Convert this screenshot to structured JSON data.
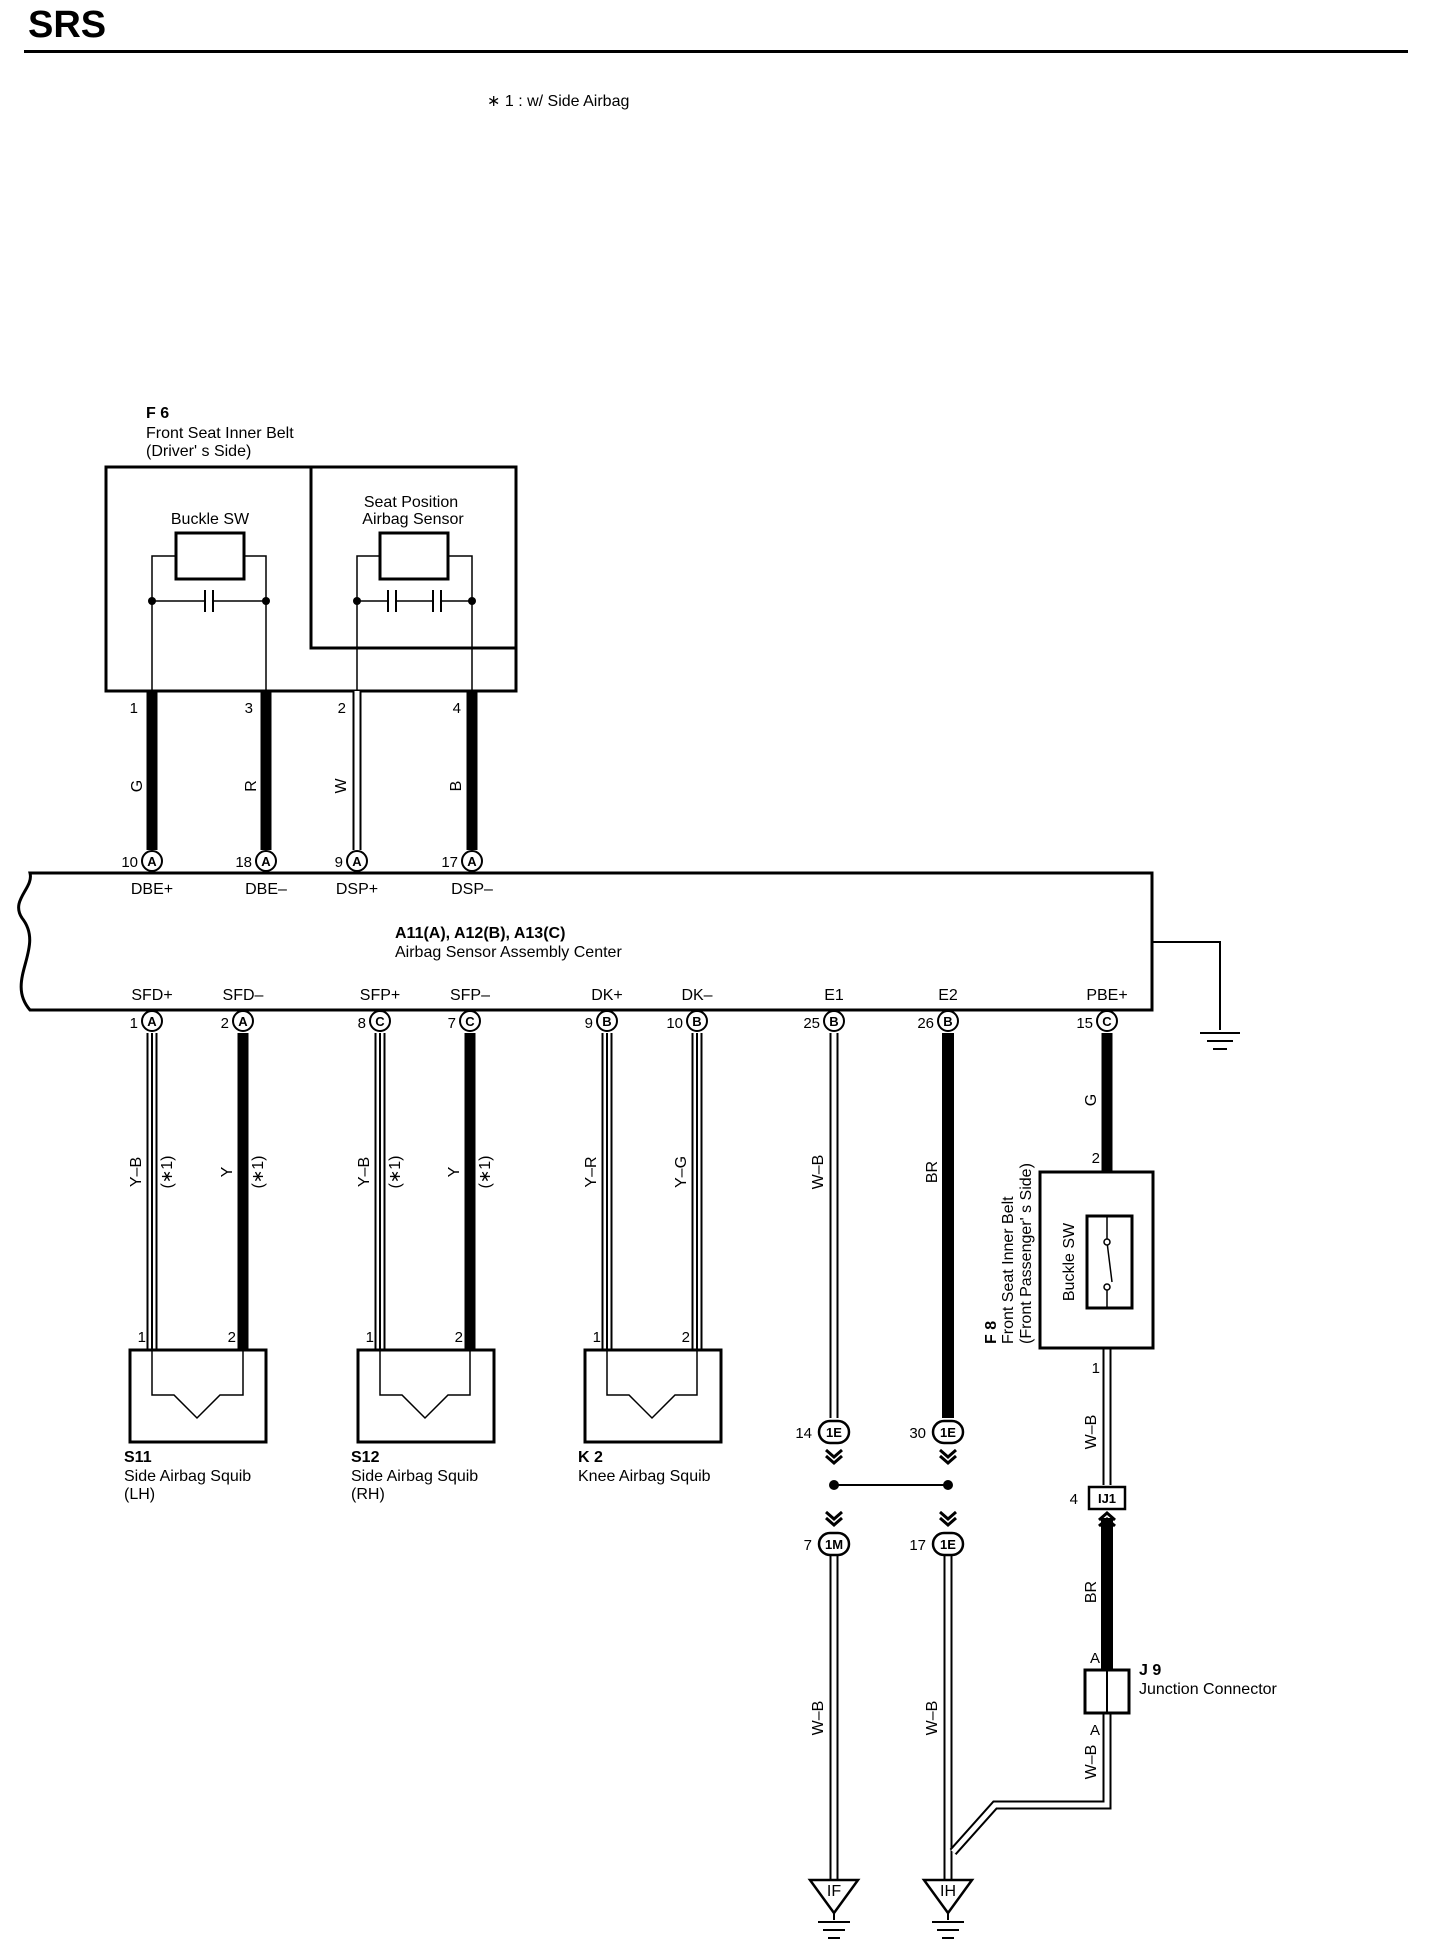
{
  "header": {
    "title": "SRS"
  },
  "note": "∗ 1 : w/ Side Airbag",
  "f6": {
    "code": "F 6",
    "name1": "Front Seat Inner Belt",
    "name2": "(Driver' s Side)",
    "buckle_sw": "Buckle SW",
    "sensor1": "Seat Position",
    "sensor2": "Airbag Sensor",
    "pins": [
      "1",
      "3",
      "2",
      "4"
    ],
    "wires": [
      "G",
      "R",
      "W",
      "B"
    ]
  },
  "ecu": {
    "code": "A11(A), A12(B), A13(C)",
    "name": "Airbag Sensor Assembly Center",
    "top_terminals": [
      {
        "pin": "10",
        "conn": "A",
        "label": "DBE+"
      },
      {
        "pin": "18",
        "conn": "A",
        "label": "DBE–"
      },
      {
        "pin": "9",
        "conn": "A",
        "label": "DSP+"
      },
      {
        "pin": "17",
        "conn": "A",
        "label": "DSP–"
      }
    ],
    "bottom_terminals": [
      {
        "pin": "1",
        "conn": "A",
        "label": "SFD+"
      },
      {
        "pin": "2",
        "conn": "A",
        "label": "SFD–"
      },
      {
        "pin": "8",
        "conn": "C",
        "label": "SFP+"
      },
      {
        "pin": "7",
        "conn": "C",
        "label": "SFP–"
      },
      {
        "pin": "9",
        "conn": "B",
        "label": "DK+"
      },
      {
        "pin": "10",
        "conn": "B",
        "label": "DK–"
      },
      {
        "pin": "25",
        "conn": "B",
        "label": "E1"
      },
      {
        "pin": "26",
        "conn": "B",
        "label": "E2"
      },
      {
        "pin": "15",
        "conn": "C",
        "label": "PBE+"
      }
    ]
  },
  "wires_lower": {
    "squib_colors": [
      "Y–B",
      "Y",
      "Y–B",
      "Y",
      "Y–R",
      "Y–G"
    ],
    "side_note": "(∗1)",
    "e1": "W–B",
    "e2": "BR",
    "pbe": "G",
    "f8_out": "W–B",
    "j9_in": "BR",
    "j9_out": "W–B",
    "gf": "W–B",
    "gh": "W–B"
  },
  "squibs": [
    {
      "code": "S11",
      "name1": "Side Airbag Squib",
      "name2": "(LH)",
      "pin1": "1",
      "pin2": "2"
    },
    {
      "code": "S12",
      "name1": "Side Airbag Squib",
      "name2": "(RH)",
      "pin1": "1",
      "pin2": "2"
    },
    {
      "code": "K 2",
      "name1": "Knee Airbag Squib",
      "name2": "",
      "pin1": "1",
      "pin2": "2"
    }
  ],
  "f8": {
    "code": "F 8",
    "name1": "Front Seat Inner Belt",
    "name2": "(Front Passenger' s Side)",
    "switch": "Buckle SW",
    "pin_top": "2",
    "pin_bottom": "1"
  },
  "connectors": {
    "c14": {
      "pin": "14",
      "id": "1E"
    },
    "c30": {
      "pin": "30",
      "id": "1E"
    },
    "c7": {
      "pin": "7",
      "id": "1M"
    },
    "c17": {
      "pin": "17",
      "id": "1E"
    },
    "ij1": {
      "pin": "4",
      "id": "IJ1"
    }
  },
  "j9": {
    "code": "J 9",
    "name": "Junction Connector",
    "pin_top": "A",
    "pin_bottom": "A"
  },
  "grounds": {
    "left": "IF",
    "right": "IH"
  }
}
